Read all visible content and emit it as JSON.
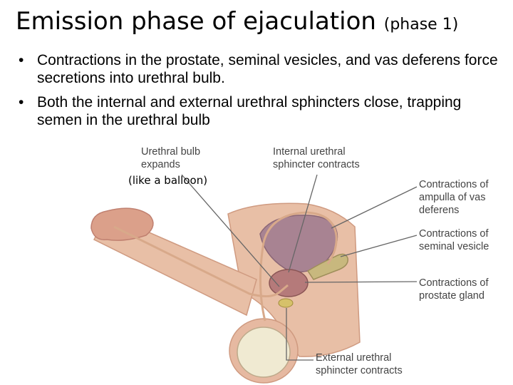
{
  "title": {
    "main": "Emission phase of ejaculation",
    "sub": "(phase 1)"
  },
  "bullets": [
    "Contractions in the prostate, seminal vesicles, and vas deferens force secretions into urethral bulb.",
    "Both the internal and external urethral sphincters close, trapping semen in the urethral bulb"
  ],
  "labels": {
    "urethral_bulb": [
      "Urethral bulb",
      "expands"
    ],
    "note": "(like a balloon)",
    "internal_sphincter": [
      "Internal urethral",
      "sphincter contracts"
    ],
    "ampulla": [
      "Contractions of",
      "ampulla of vas",
      "deferens"
    ],
    "seminal_vesicle": [
      "Contractions of",
      "seminal vesicle"
    ],
    "prostate": [
      "Contractions of",
      "prostate gland"
    ],
    "external_sphincter": [
      "External urethral",
      "sphincter contracts"
    ]
  },
  "colors": {
    "skin": "#e8bfa6",
    "skin_shadow": "#cf9a80",
    "bladder": "#a88392",
    "tube": "#d8a98a",
    "leader": "#666666"
  }
}
